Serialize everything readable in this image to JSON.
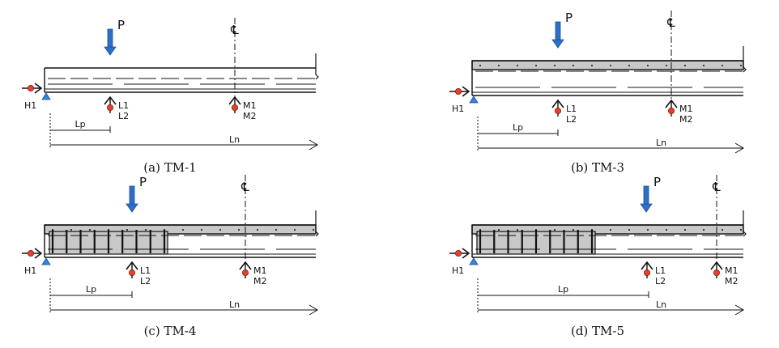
{
  "panels": [
    {
      "id": "a",
      "caption": "(a) TM-1",
      "load_label": "P",
      "cl_label": "℄",
      "labels": {
        "h": "H1",
        "l1": "L1",
        "l2": "L2",
        "m1": "M1",
        "m2": "M2",
        "lp": "Lp",
        "ln": "Ln"
      },
      "top_flange": false,
      "stirrup_zone": false
    },
    {
      "id": "b",
      "caption": "(b) TM-3",
      "load_label": "P",
      "cl_label": "℄",
      "labels": {
        "h": "H1",
        "l1": "L1",
        "l2": "L2",
        "m1": "M1",
        "m2": "M2",
        "lp": "Lp",
        "ln": "Ln"
      },
      "top_flange": true,
      "stirrup_zone": false
    },
    {
      "id": "c",
      "caption": "(c) TM-4",
      "load_label": "P",
      "cl_label": "℄",
      "labels": {
        "h": "H1",
        "l1": "L1",
        "l2": "L2",
        "m1": "M1",
        "m2": "M2",
        "lp": "Lp",
        "ln": "Ln"
      },
      "top_flange": true,
      "stirrup_zone": true
    },
    {
      "id": "d",
      "caption": "(d) TM-5",
      "load_label": "P",
      "cl_label": "℄",
      "labels": {
        "h": "H1",
        "l1": "L1",
        "l2": "L2",
        "m1": "M1",
        "m2": "M2",
        "lp": "Lp",
        "ln": "Ln"
      },
      "top_flange": true,
      "stirrup_zone": true
    }
  ],
  "colors": {
    "arrow": "#2e6fc8",
    "gauge": "#e8402a",
    "support": "#2e86de",
    "shade": "#c8c8c8",
    "line": "#111111"
  }
}
